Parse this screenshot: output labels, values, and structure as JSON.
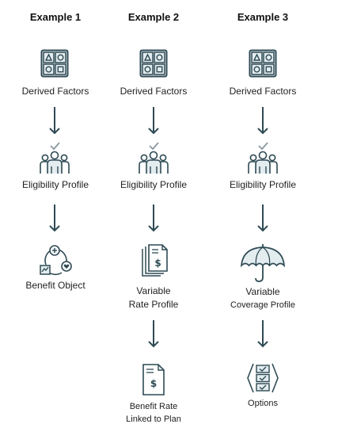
{
  "columns": [
    {
      "title": "Example 1",
      "nodes": [
        {
          "label": "Derived Factors",
          "icon": "derived-factors-icon"
        },
        {
          "label": "Eligibility Profile",
          "icon": "eligibility-profile-icon"
        },
        {
          "label": "Benefit Object",
          "icon": "benefit-object-icon"
        }
      ]
    },
    {
      "title": "Example 2",
      "nodes": [
        {
          "label": "Derived Factors",
          "icon": "derived-factors-icon"
        },
        {
          "label": "Eligibility Profile",
          "icon": "eligibility-profile-icon"
        },
        {
          "label_line1": "Variable",
          "label_line2": "Rate Profile",
          "icon": "variable-rate-profile-icon"
        },
        {
          "label_line1": "Benefit Rate",
          "label_line2": "Linked to Plan",
          "icon": "benefit-rate-icon"
        }
      ]
    },
    {
      "title": "Example 3",
      "nodes": [
        {
          "label": "Derived Factors",
          "icon": "derived-factors-icon"
        },
        {
          "label": "Eligibility Profile",
          "icon": "eligibility-profile-icon"
        },
        {
          "label_line1": "Variable",
          "label_line2": "Coverage Profile",
          "icon": "umbrella-icon"
        },
        {
          "label": "Options",
          "icon": "options-checklist-icon"
        }
      ]
    }
  ],
  "colors": {
    "icon_stroke": "#2e4a54",
    "icon_fill_light": "#e3ecef",
    "arrow": "#2e4a54",
    "check_gray": "#8a9aa0"
  }
}
